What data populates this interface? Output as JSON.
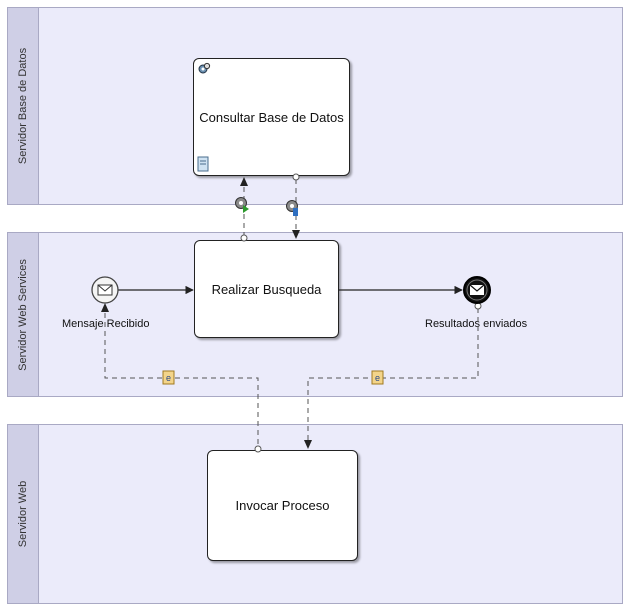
{
  "pools": [
    {
      "label": "Servidor Base de Datos"
    },
    {
      "label": "Servidor Web Services"
    },
    {
      "label": "Servidor Web"
    }
  ],
  "tasks": {
    "consultar": "Consultar Base de Datos",
    "realizar": "Realizar Busqueda",
    "invocar": "Invocar Proceso"
  },
  "events": {
    "start": "Mensaje Recibido",
    "end": "Resultados enviados"
  },
  "colors": {
    "lane_fill": "#ebebfa",
    "lane_header": "#cfcfe6",
    "stroke": "#222222",
    "flow_line": "#555555"
  }
}
